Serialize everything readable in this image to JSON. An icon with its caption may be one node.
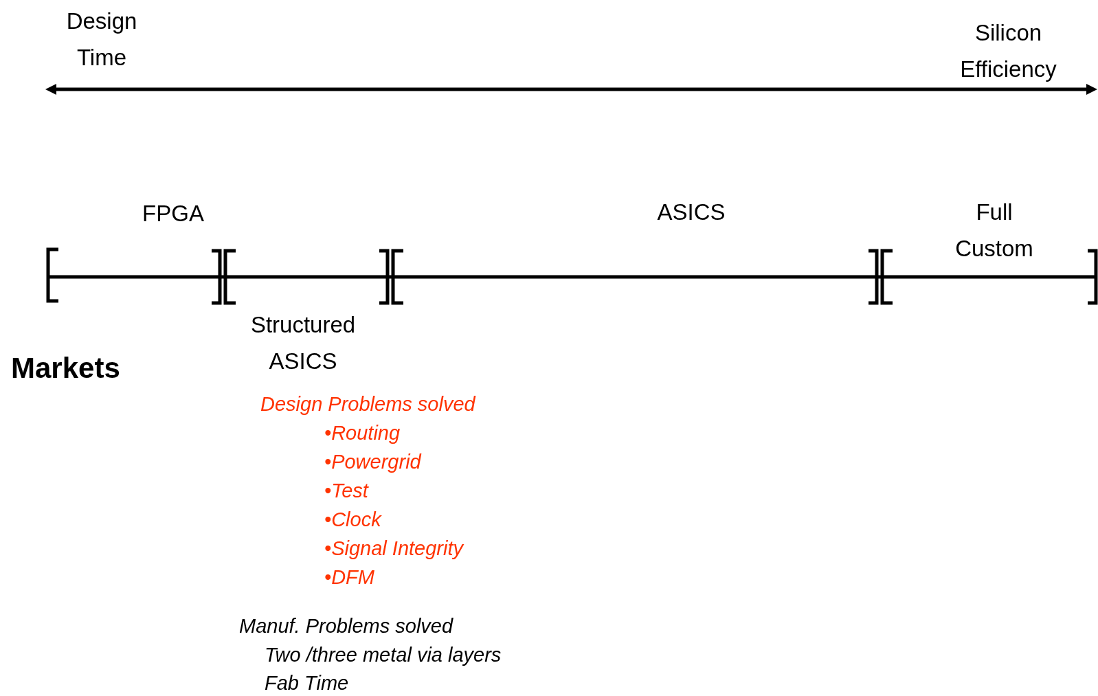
{
  "diagram": {
    "labels": [
      "Design Time",
      "Silicon Efficiency",
      "FPGA",
      "ASICS",
      "Full Custom",
      "Structured ASICS",
      "Markets",
      "Design Problems solved",
      "•Routing",
      "•Powergrid",
      "•Test",
      "•Clock",
      "•Signal Integrity",
      "•DFM",
      "Manuf. Problems solved",
      "Two /three metal via layers",
      "Fab Time"
    ]
  }
}
